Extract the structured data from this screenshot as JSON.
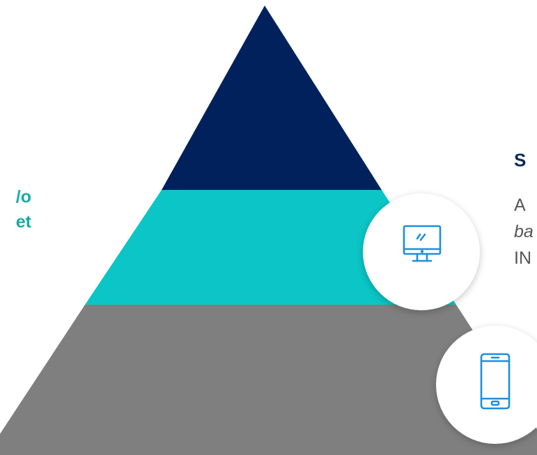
{
  "colors": {
    "tier_top": "#00215c",
    "tier_middle": "#0cc5c6",
    "tier_bottom": "#7f7f7f",
    "left_text": "#1aa9a6",
    "right_title": "#0b2a55",
    "right_body": "#555555",
    "icon_stroke": "#1a8fe0"
  },
  "left_label": {
    "line1": "/o",
    "line2": "et"
  },
  "right_panel": {
    "title": "S",
    "line1": "A",
    "line2": "ba",
    "line3": "IN"
  },
  "icons": {
    "middle": "desktop-monitor-icon",
    "bottom": "smartphone-icon"
  }
}
